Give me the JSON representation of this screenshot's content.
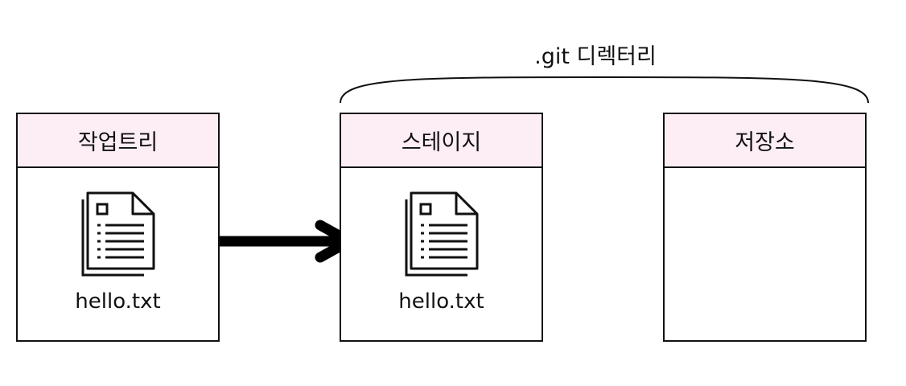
{
  "git_dir": {
    "label": ".git 디렉터리"
  },
  "boxes": {
    "work": {
      "title": "작업트리",
      "file": "hello.txt"
    },
    "stage": {
      "title": "스테이지",
      "file": "hello.txt"
    },
    "repo": {
      "title": "저장소"
    }
  },
  "icons": {
    "file": "document-icon",
    "arrow": "arrow-right-icon",
    "brace": "curly-brace"
  },
  "colors": {
    "header_fill": "#fdeef6",
    "stroke": "#111111"
  }
}
